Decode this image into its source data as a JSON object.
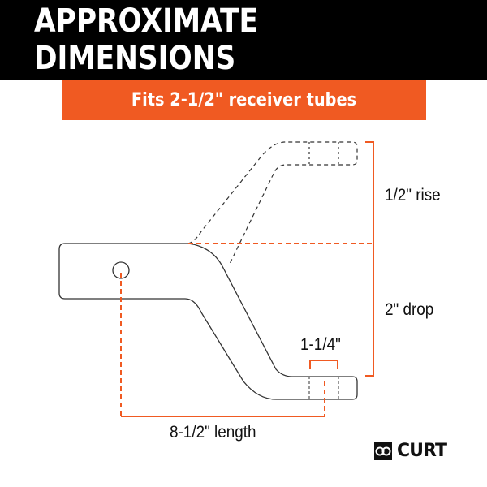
{
  "header": {
    "title": "APPROXIMATE DIMENSIONS"
  },
  "banner": {
    "text": "Fits 2-1/2\" receiver tubes",
    "color": "#f05a22"
  },
  "dimensions": {
    "rise": "1/2\" rise",
    "drop": "2\" drop",
    "hole": "1-1/4\"",
    "length": "8-1/2\" length"
  },
  "colors": {
    "accent": "#f05a22",
    "outline": "#333333",
    "header_bg": "#000000"
  },
  "brand": {
    "name": "CURT",
    "icon": "curt-logo-icon"
  }
}
